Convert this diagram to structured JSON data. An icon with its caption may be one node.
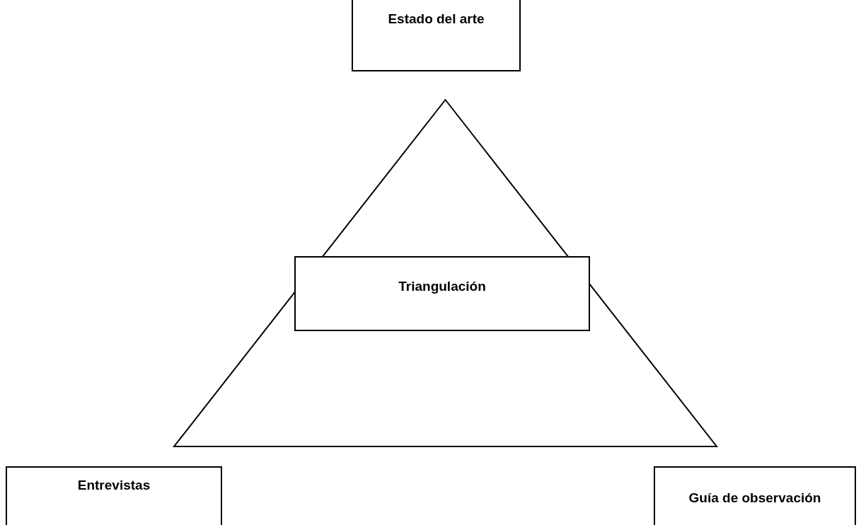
{
  "diagram": {
    "nodes": [
      {
        "text": [
          "Estado del arte"
        ]
      },
      {
        "text": [],
        "shape": "triangle"
      },
      {
        "text": [
          "Triangulación"
        ],
        "in": 1
      },
      {
        "text": [
          "Entrevistas"
        ]
      },
      {
        "text": [
          "Guía de observación"
        ]
      }
    ]
  }
}
